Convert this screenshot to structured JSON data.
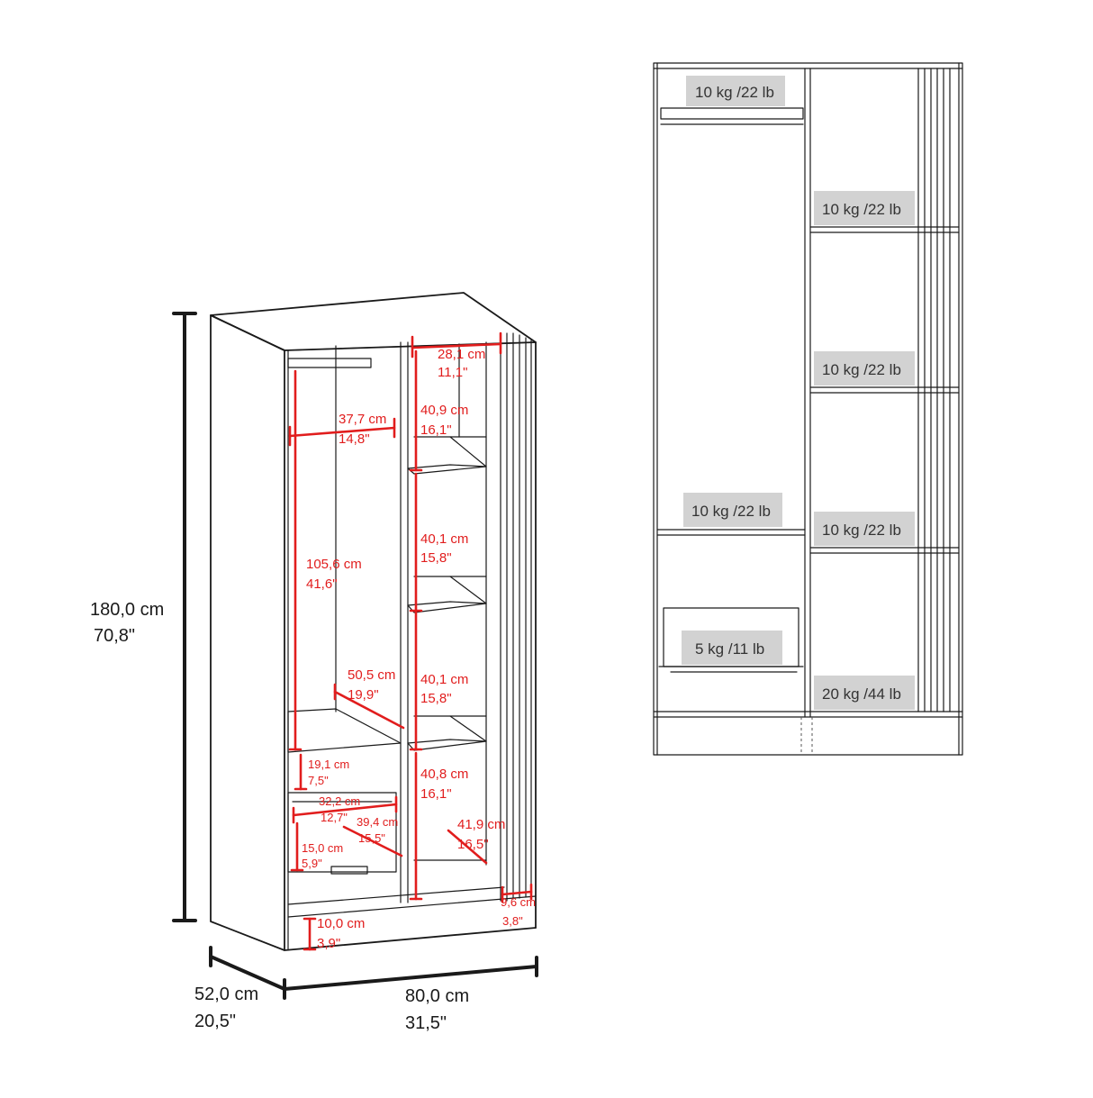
{
  "overall": {
    "height": {
      "cm": "180,0 cm",
      "in": "70,8\""
    },
    "width": {
      "cm": "80,0 cm",
      "in": "31,5\""
    },
    "depth": {
      "cm": "52,0 cm",
      "in": "20,5\""
    }
  },
  "inner_dims": {
    "shelf_width": {
      "cm": "28,1 cm",
      "in": "11,1\""
    },
    "hanging_width": {
      "cm": "37,7 cm",
      "in": "14,8\""
    },
    "shelf1_height": {
      "cm": "40,9 cm",
      "in": "16,1\""
    },
    "hanging_height": {
      "cm": "105,6 cm",
      "in": "41,6\""
    },
    "shelf2_height": {
      "cm": "40,1 cm",
      "in": "15,8\""
    },
    "shelf3_height": {
      "cm": "40,1 cm",
      "in": "15,8\""
    },
    "inner_depth": {
      "cm": "50,5 cm",
      "in": "19,9\""
    },
    "shelf4_height": {
      "cm": "40,8 cm",
      "in": "16,1\""
    },
    "drawer_space_height": {
      "cm": "19,1 cm",
      "in": "7,5\""
    },
    "drawer_width": {
      "cm": "32,2 cm",
      "in": "12,7\""
    },
    "drawer_depth": {
      "cm": "39,4 cm",
      "in": "15,5\""
    },
    "drawer_height": {
      "cm": "15,0 cm",
      "in": "5,9\""
    },
    "shelf_depth": {
      "cm": "41,9 cm",
      "in": "16,5\""
    },
    "panel_depth": {
      "cm": "9,6 cm",
      "in": "3,8\""
    },
    "base_height": {
      "cm": "10,0 cm",
      "in": "3,9\""
    }
  },
  "loads": {
    "rod": "10 kg /22 lb",
    "shelf_top": "10 kg /22 lb",
    "shelf_mid": "10 kg /22 lb",
    "left_shelf": "10 kg /22 lb",
    "shelf_low": "10 kg /22 lb",
    "drawer": "5 kg /11 lb",
    "bottom": "20 kg /44 lb"
  }
}
